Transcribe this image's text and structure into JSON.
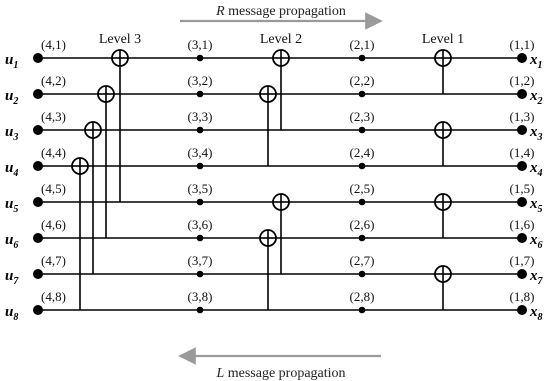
{
  "top_arrow_label": {
    "var": "R",
    "text": " message propagation"
  },
  "bottom_arrow_label": {
    "var": "L",
    "text": " message propagation"
  },
  "levels": [
    "Level 3",
    "Level 2",
    "Level 1"
  ],
  "rows": [
    {
      "u": "u",
      "u_sub": "1",
      "x": "x",
      "x_sub": "1",
      "labels": [
        "(4,1)",
        "(3,1)",
        "(2,1)",
        "(1,1)"
      ]
    },
    {
      "u": "u",
      "u_sub": "2",
      "x": "x",
      "x_sub": "2",
      "labels": [
        "(4,2)",
        "(3,2)",
        "(2,2)",
        "(1,2)"
      ]
    },
    {
      "u": "u",
      "u_sub": "3",
      "x": "x",
      "x_sub": "3",
      "labels": [
        "(4,3)",
        "(3,3)",
        "(2,3)",
        "(1,3)"
      ]
    },
    {
      "u": "u",
      "u_sub": "4",
      "x": "x",
      "x_sub": "4",
      "labels": [
        "(4,4)",
        "(3,4)",
        "(2,4)",
        "(1,4)"
      ]
    },
    {
      "u": "u",
      "u_sub": "5",
      "x": "x",
      "x_sub": "5",
      "labels": [
        "(4,5)",
        "(3,5)",
        "(2,5)",
        "(1,5)"
      ]
    },
    {
      "u": "u",
      "u_sub": "6",
      "x": "x",
      "x_sub": "6",
      "labels": [
        "(4,6)",
        "(3,6)",
        "(2,6)",
        "(1,6)"
      ]
    },
    {
      "u": "u",
      "u_sub": "7",
      "x": "x",
      "x_sub": "7",
      "labels": [
        "(4,7)",
        "(3,7)",
        "(2,7)",
        "(1,7)"
      ]
    },
    {
      "u": "u",
      "u_sub": "8",
      "x": "x",
      "x_sub": "8",
      "labels": [
        "(4,8)",
        "(3,8)",
        "(2,8)",
        "(1,8)"
      ]
    }
  ],
  "xor_gates": [
    {
      "level": 3,
      "xor_row": 1,
      "connect_row": 5
    },
    {
      "level": 3,
      "xor_row": 2,
      "connect_row": 6
    },
    {
      "level": 3,
      "xor_row": 3,
      "connect_row": 7
    },
    {
      "level": 3,
      "xor_row": 4,
      "connect_row": 8
    },
    {
      "level": 2,
      "xor_row": 1,
      "connect_row": 3
    },
    {
      "level": 2,
      "xor_row": 2,
      "connect_row": 4
    },
    {
      "level": 2,
      "xor_row": 5,
      "connect_row": 7
    },
    {
      "level": 2,
      "xor_row": 6,
      "connect_row": 8
    },
    {
      "level": 1,
      "xor_row": 1,
      "connect_row": 2
    },
    {
      "level": 1,
      "xor_row": 3,
      "connect_row": 4
    },
    {
      "level": 1,
      "xor_row": 5,
      "connect_row": 6
    },
    {
      "level": 1,
      "xor_row": 7,
      "connect_row": 8
    }
  ]
}
